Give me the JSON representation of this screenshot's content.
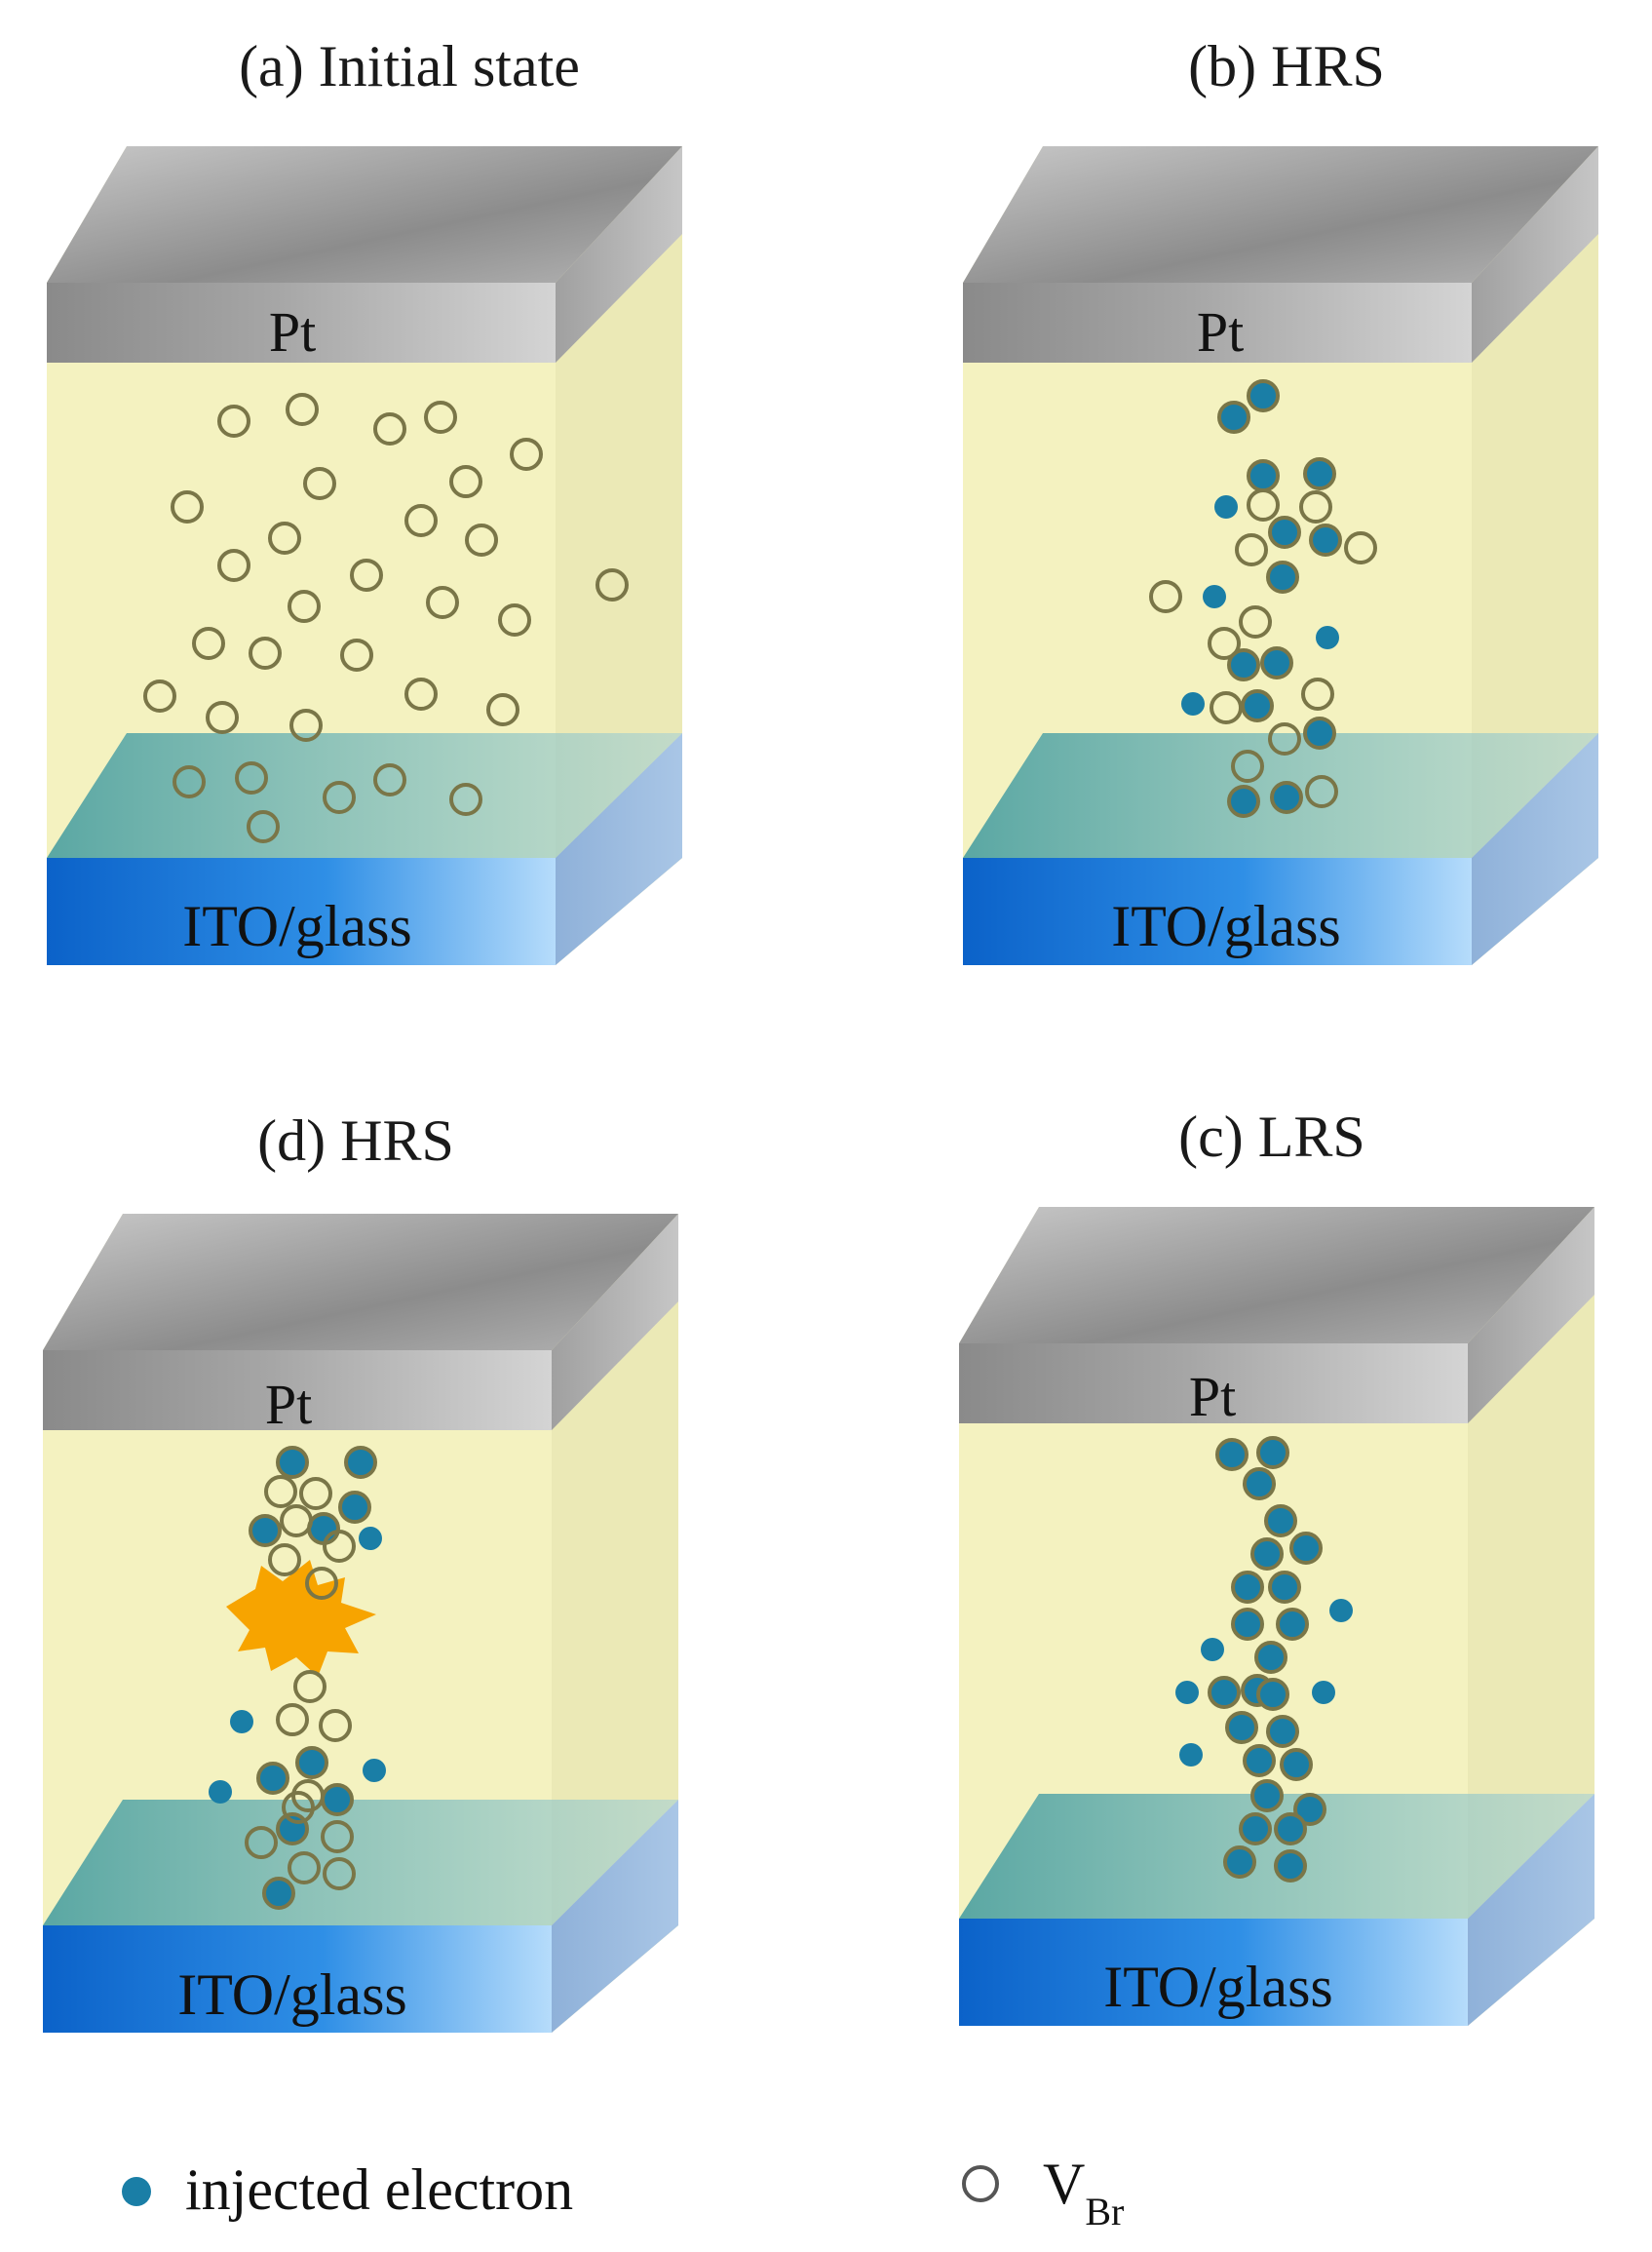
{
  "panels": [
    {
      "id": "a",
      "title": "(a) Initial state",
      "top_label": "Pt",
      "bottom_label": "ITO/glass",
      "state": "random vacancies"
    },
    {
      "id": "b",
      "title": "(b) HRS",
      "top_label": "Pt",
      "bottom_label": "ITO/glass",
      "state": "partial filament"
    },
    {
      "id": "d",
      "title": "(d) HRS",
      "top_label": "Pt",
      "bottom_label": "ITO/glass",
      "state": "ruptured filament"
    },
    {
      "id": "c",
      "title": "(c) LRS",
      "top_label": "Pt",
      "bottom_label": "ITO/glass",
      "state": "complete filament"
    }
  ],
  "legend": {
    "electron_label": "injected electron",
    "vacancy_label_main": "V",
    "vacancy_label_sub": "Br"
  },
  "colors": {
    "electron": "#1a7ea6",
    "vacancy_ring": "#7a7648",
    "layer": "#f4f2c0",
    "pt": "#9a9a9a",
    "ito": "#1c7fd6",
    "rupture": "#f7a400"
  }
}
